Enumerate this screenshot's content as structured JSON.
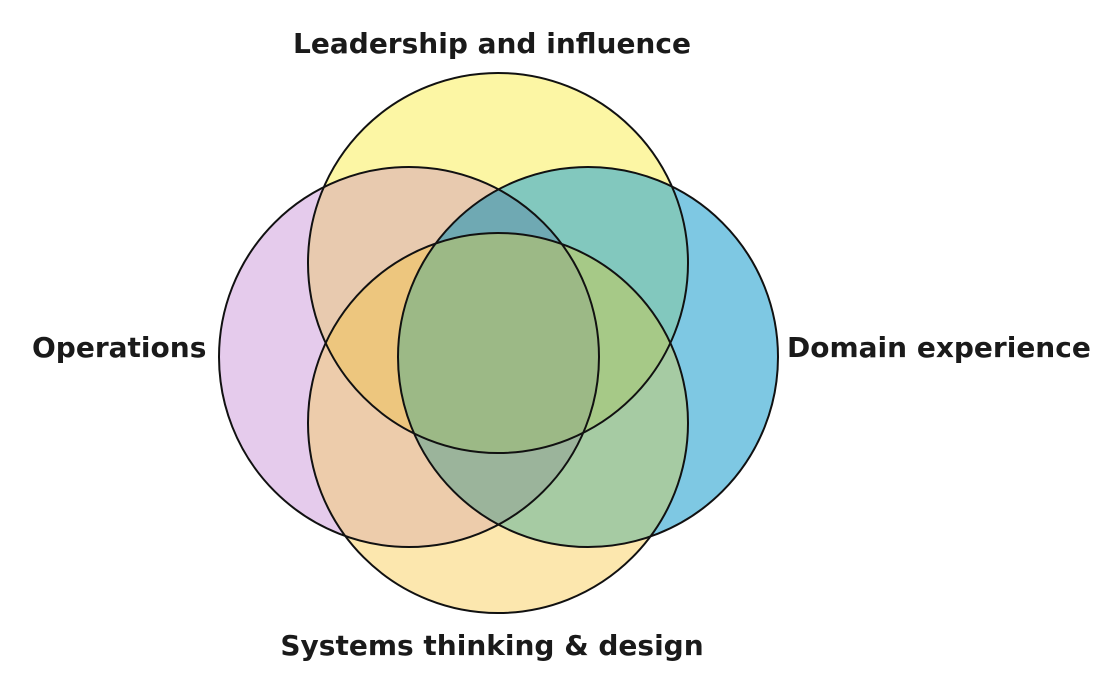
{
  "diagram": {
    "type": "venn",
    "sets": [
      {
        "id": "leadership",
        "label": "Leadership and influence",
        "color": "#FCF6A4"
      },
      {
        "id": "operations",
        "label": "Operations",
        "color": "#E5CBEC"
      },
      {
        "id": "domain",
        "label": "Domain experience",
        "color": "#7EC8E3"
      },
      {
        "id": "systems",
        "label": "Systems thinking & design",
        "color": "#FCE7AE"
      }
    ]
  }
}
